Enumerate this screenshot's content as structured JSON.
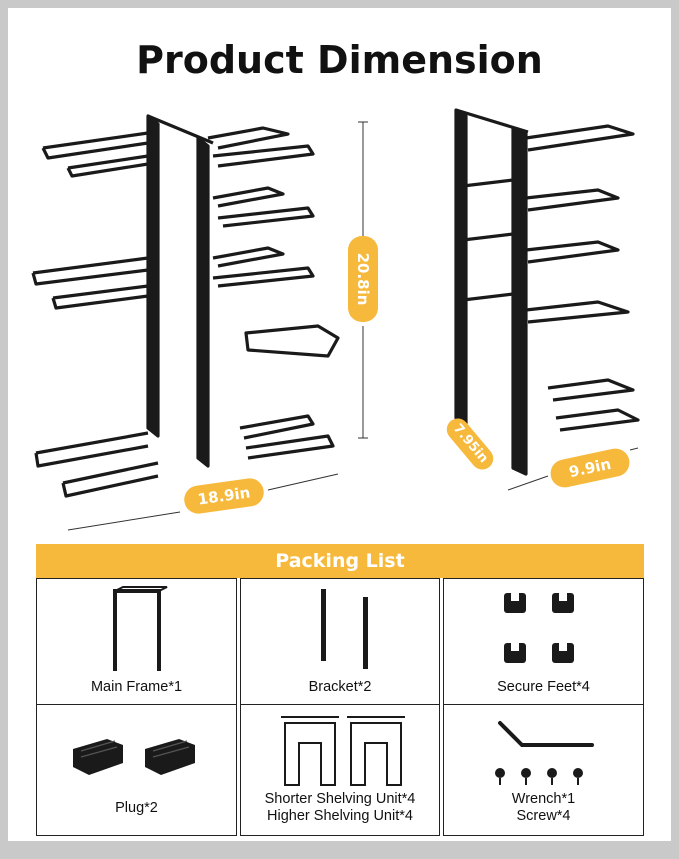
{
  "title": "Product Dimension",
  "dimensions": {
    "height": "20.8in",
    "width_front": "18.9in",
    "depth": "7.95in",
    "width_side": "9.9in"
  },
  "packing_list": {
    "header": "Packing List",
    "items": [
      {
        "label": "Main Frame*1",
        "icon": "main-frame-icon"
      },
      {
        "label": "Bracket*2",
        "icon": "bracket-icon"
      },
      {
        "label": "Secure Feet*4",
        "icon": "secure-feet-icon"
      },
      {
        "label": "Plug*2",
        "icon": "plug-icon"
      },
      {
        "label": "Shorter Shelving Unit*4",
        "label2": "Higher Shelving Unit*4",
        "icon": "shelving-unit-icon"
      },
      {
        "label": "Wrench*1",
        "label2": "Screw*4",
        "icon": "wrench-icon"
      }
    ]
  },
  "colors": {
    "accent": "#f6b93b",
    "frame": "#1a1a1a",
    "background": "#c9c9c9"
  }
}
